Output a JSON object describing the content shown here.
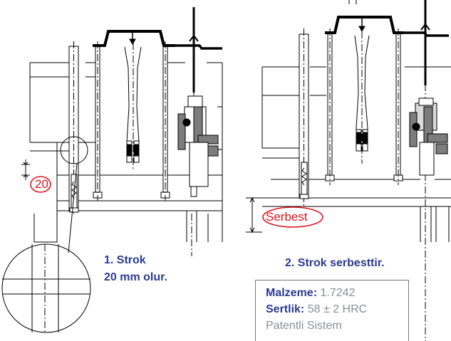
{
  "labels": {
    "left_caption_1": "1. Strok",
    "left_caption_2": "20 mm olur.",
    "right_caption": "2. Strok serbesttir.",
    "dimension_20": "20",
    "serbest": "Serbest"
  },
  "specs": {
    "material_label": "Malzeme:",
    "material_value": "1.7242",
    "hardness_label": "Sertlik:",
    "hardness_value": "58 ± 2 HRC",
    "system": "Patentli Sistem"
  },
  "colors": {
    "line": "#000000",
    "fill_gray": "#7d7d7d",
    "fill_light": "#d9d9d9",
    "red": "#e0141c",
    "blue": "#2b3b8f"
  }
}
